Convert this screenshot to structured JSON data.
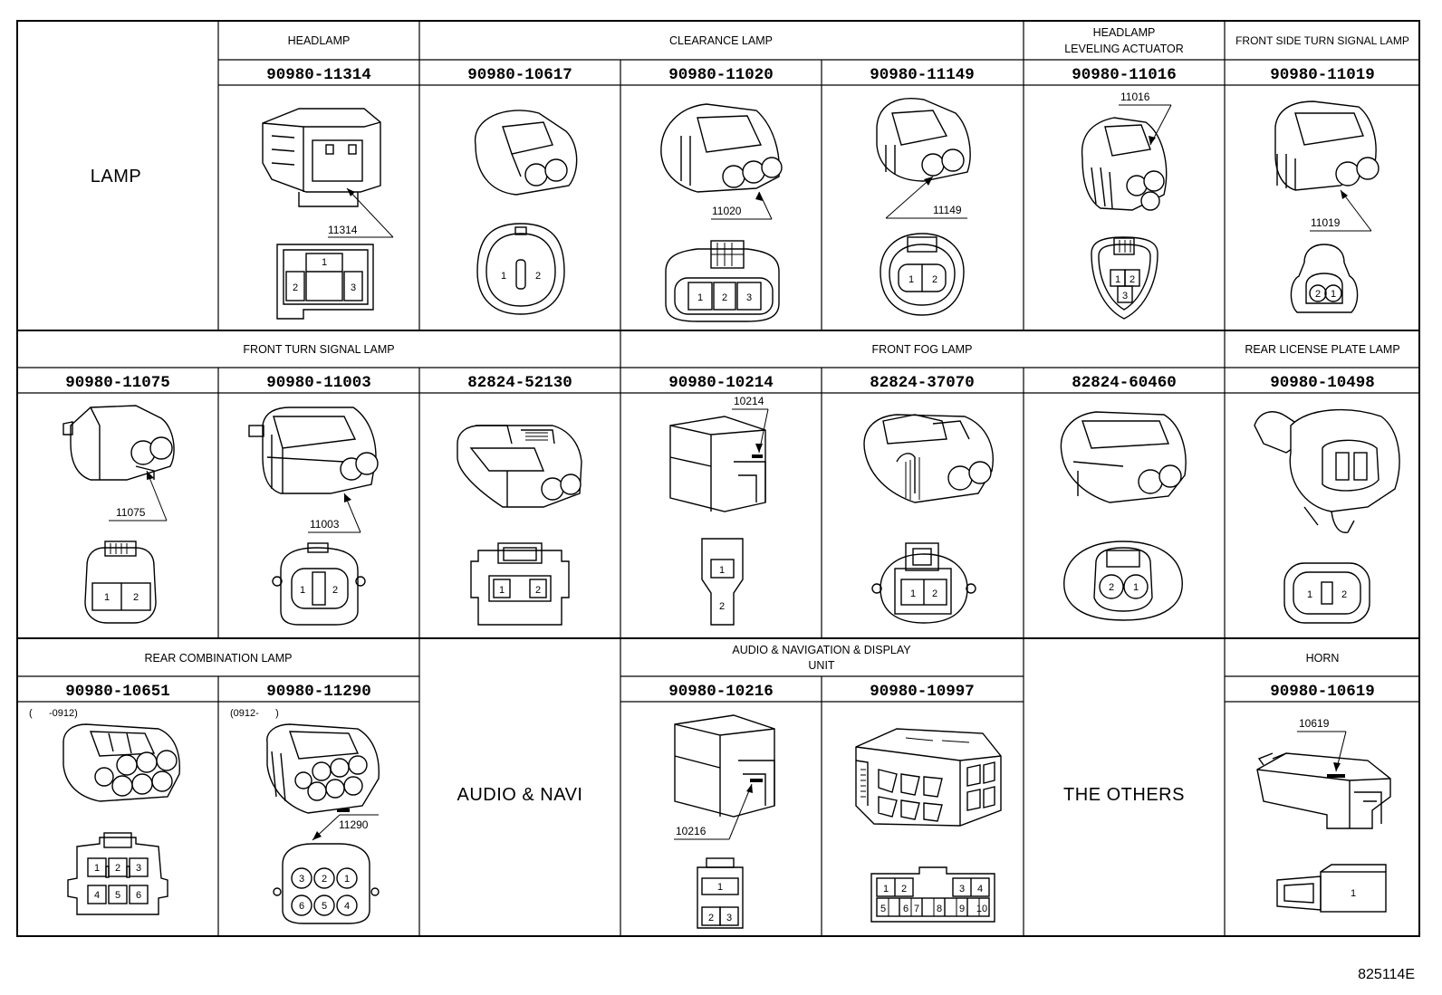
{
  "sections": [
    {
      "label": "LAMP"
    },
    {
      "label": "AUDIO & NAVI"
    },
    {
      "label": "THE OTHERS"
    }
  ],
  "groups": [
    {
      "label": "HEADLAMP"
    },
    {
      "label": "CLEARANCE LAMP"
    },
    {
      "line1": "HEADLAMP",
      "line2": "LEVELING ACTUATOR"
    },
    {
      "label": "FRONT SIDE TURN SIGNAL LAMP"
    },
    {
      "label": "FRONT TURN SIGNAL LAMP"
    },
    {
      "label": "FRONT FOG LAMP"
    },
    {
      "label": "REAR LICENSE PLATE LAMP"
    },
    {
      "label": "REAR COMBINATION LAMP"
    },
    {
      "line1": "AUDIO & NAVIGATION & DISPLAY",
      "line2": "UNIT"
    },
    {
      "label": "HORN"
    }
  ],
  "connectors": [
    {
      "part": "90980-11314",
      "callout": "11314",
      "pins": [
        "1",
        "2",
        "3"
      ]
    },
    {
      "part": "90980-10617",
      "pins": [
        "1",
        "2"
      ]
    },
    {
      "part": "90980-11020",
      "callout": "11020",
      "pins": [
        "1",
        "2",
        "3"
      ]
    },
    {
      "part": "90980-11149",
      "callout": "11149",
      "pins": [
        "1",
        "2"
      ]
    },
    {
      "part": "90980-11016",
      "callout": "11016",
      "pins": [
        "1",
        "2",
        "3"
      ]
    },
    {
      "part": "90980-11019",
      "callout": "11019",
      "pins": [
        "2",
        "1"
      ]
    },
    {
      "part": "90980-11075",
      "callout": "11075",
      "pins": [
        "1",
        "2"
      ]
    },
    {
      "part": "90980-11003",
      "callout": "11003",
      "pins": [
        "1",
        "2"
      ]
    },
    {
      "part": "82824-52130",
      "pins": [
        "1",
        "2"
      ]
    },
    {
      "part": "90980-10214",
      "callout": "10214",
      "pins": [
        "1",
        "2"
      ]
    },
    {
      "part": "82824-37070",
      "pins": [
        "1",
        "2"
      ]
    },
    {
      "part": "82824-60460",
      "pins": [
        "2",
        "1"
      ]
    },
    {
      "part": "90980-10498",
      "pins": [
        "1",
        "2"
      ]
    },
    {
      "part": "90980-10651",
      "note": "(      -0912)",
      "pins": [
        "1",
        "2",
        "3",
        "4",
        "5",
        "6"
      ]
    },
    {
      "part": "90980-11290",
      "note": "(0912-      )",
      "callout": "11290",
      "pins": [
        "3",
        "2",
        "1",
        "6",
        "5",
        "4"
      ]
    },
    {
      "part": "90980-10216",
      "callout": "10216",
      "pins": [
        "1",
        "2",
        "3"
      ]
    },
    {
      "part": "90980-10997",
      "pins": [
        "1",
        "2",
        "3",
        "4",
        "5",
        "6",
        "7",
        "8",
        "9",
        "10"
      ]
    },
    {
      "part": "90980-10619",
      "callout": "10619",
      "pins": [
        "1"
      ]
    }
  ],
  "figure_id": "825114E"
}
